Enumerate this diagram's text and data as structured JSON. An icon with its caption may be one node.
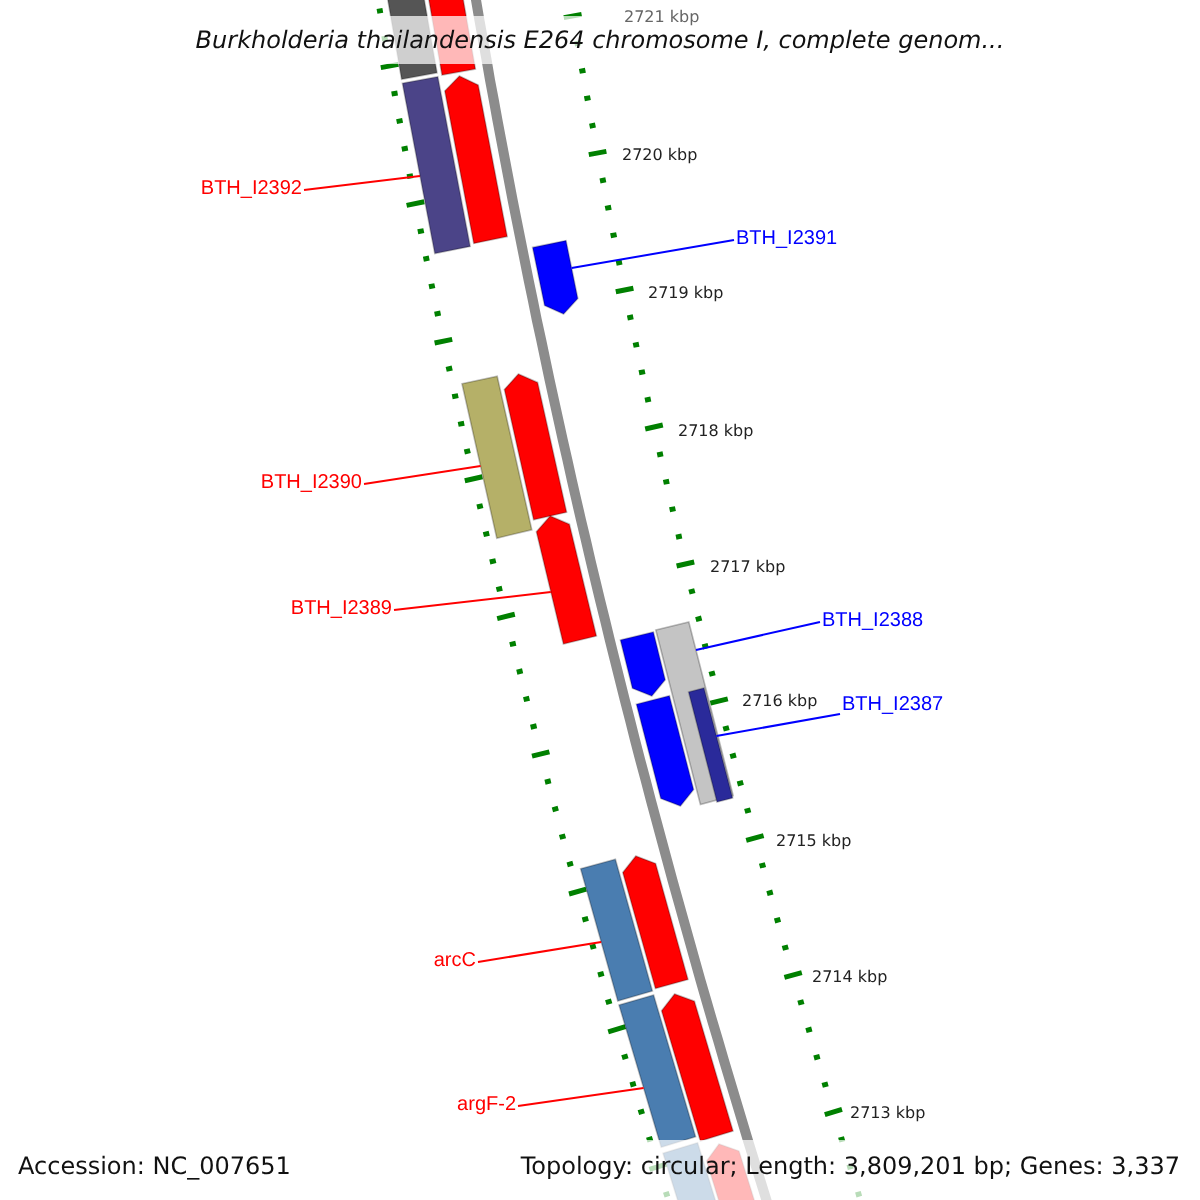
{
  "diagram": {
    "title": "Burkholderia thailandensis E264 chromosome I, complete genom...",
    "nodes": [
      {
        "text": [],
        "shape": "bar"
      },
      {
        "text": [],
        "shape": "bar"
      },
      {
        "text": [
          "BTH_I2392"
        ]
      },
      {
        "text": [],
        "shape": "bar"
      },
      {
        "text": [],
        "shape": "pentagon"
      },
      {
        "text": [
          "BTH_I2391"
        ]
      },
      {
        "text": [],
        "shape": "pentagon"
      },
      {
        "text": [
          "BTH_I2390"
        ]
      },
      {
        "text": [],
        "shape": "bar"
      },
      {
        "text": [],
        "shape": "pentagon"
      },
      {
        "text": [
          "BTH_I2389"
        ]
      },
      {
        "text": [],
        "shape": "pentagon"
      },
      {
        "text": [
          "BTH_I2388"
        ]
      },
      {
        "text": [],
        "shape": "bar"
      },
      {
        "text": [],
        "shape": "pentagon"
      },
      {
        "text": [
          "BTH_I2387"
        ]
      },
      {
        "text": [],
        "shape": "bar",
        "in": 13
      },
      {
        "text": [],
        "shape": "pentagon"
      },
      {
        "text": [
          "arcC"
        ]
      },
      {
        "text": [],
        "shape": "bar"
      },
      {
        "text": [],
        "shape": "pentagon"
      },
      {
        "text": [
          "argF-2"
        ]
      },
      {
        "text": [],
        "shape": "bar"
      },
      {
        "text": [],
        "shape": "pentagon"
      },
      {
        "text": [],
        "shape": "bar"
      },
      {
        "text": [],
        "shape": "pentagon"
      }
    ],
    "edges": [
      {
        "from": 2,
        "to": 3,
        "arrow": "none"
      },
      {
        "from": 5,
        "to": 6,
        "arrow": "none",
        "color": "#0000ff"
      },
      {
        "from": 7,
        "to": 8,
        "arrow": "none"
      },
      {
        "from": 10,
        "to": 11,
        "arrow": "none"
      },
      {
        "from": 12,
        "to": 13,
        "arrow": "none",
        "color": "#0000ff"
      },
      {
        "from": 15,
        "to": 16,
        "arrow": "none",
        "color": "#0000ff"
      },
      {
        "from": 18,
        "to": 19,
        "arrow": "none"
      },
      {
        "from": 21,
        "to": 22,
        "arrow": "none"
      }
    ],
    "labels": [
      "2721 kbp",
      "2720 kbp",
      "2719 kbp",
      "2718 kbp",
      "2717 kbp",
      "2716 kbp",
      "2715 kbp",
      "2714 kbp",
      "2713 kbp",
      "Accession: NC_007651",
      "Topology: circular; Length: 3,809,201 bp; Genes: 3,337"
    ]
  }
}
